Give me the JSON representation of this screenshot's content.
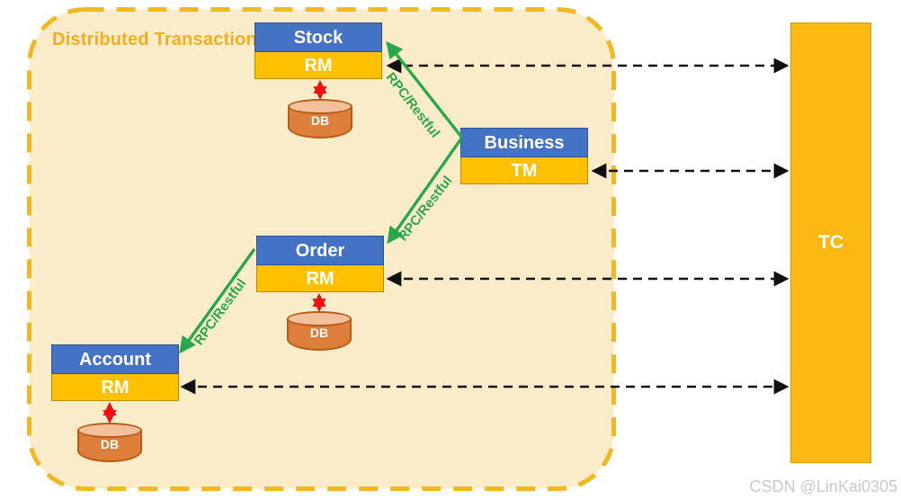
{
  "diagram": {
    "title": "Distributed Transaction",
    "watermark": "CSDN @LinKai0305",
    "tc": {
      "label": "TC"
    },
    "db_label": "DB",
    "services": [
      {
        "name": "Stock",
        "role": "RM"
      },
      {
        "name": "Business",
        "role": "TM"
      },
      {
        "name": "Order",
        "role": "RM"
      },
      {
        "name": "Account",
        "role": "RM"
      }
    ],
    "connections": {
      "rpc_label": "RPC/Restful",
      "rpc_edges": [
        "Business -> Stock",
        "Business -> Order",
        "Order -> Account"
      ],
      "tc_edges": [
        "Stock.RM <-> TC",
        "Business.TM <-> TC",
        "Order.RM <-> TC",
        "Account.RM <-> TC"
      ],
      "db_edges": [
        "Stock.RM <-> DB",
        "Order.RM <-> DB",
        "Account.RM <-> DB"
      ]
    },
    "colors": {
      "service_header": "#4472C4",
      "resource_band": "#FFC000",
      "tc_fill": "#FCB813",
      "container_fill": "#FAECC9",
      "container_border": "#F3B71F",
      "rpc_green": "#29A84B",
      "db_orange": "#DD7E3B",
      "arrow_black": "#111111",
      "arrow_red": "#EE1111"
    }
  }
}
